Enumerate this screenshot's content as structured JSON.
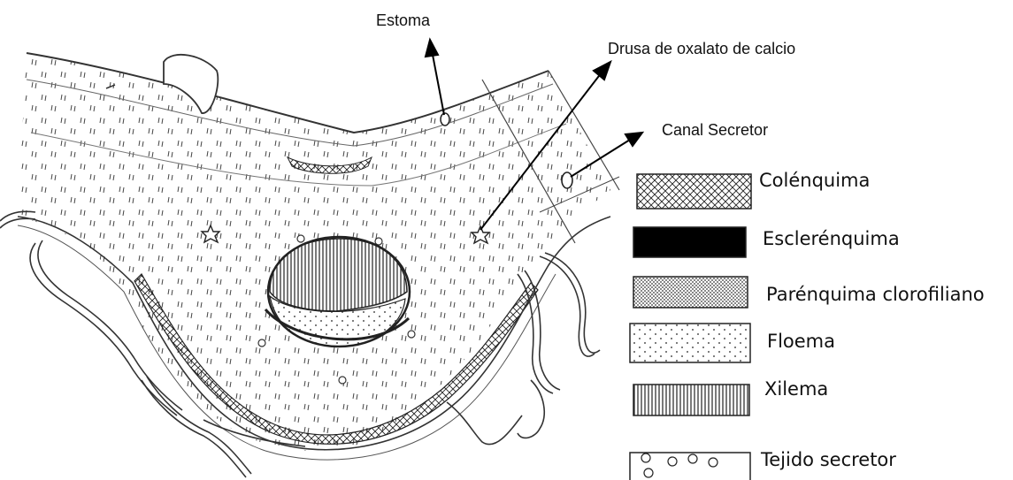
{
  "annotations": {
    "estoma": "Estoma",
    "drusa": "Drusa de oxalato de calcio",
    "canal": "Canal Secretor"
  },
  "legend": [
    {
      "label": "Colénquima",
      "pattern": "crosshatch"
    },
    {
      "label": "Esclerénquima",
      "pattern": "solid-black"
    },
    {
      "label": "Parénquima clorofiliano",
      "pattern": "fine-dots"
    },
    {
      "label": "Floema",
      "pattern": "sparse-dots"
    },
    {
      "label": "Xilema",
      "pattern": "vertical-lines"
    },
    {
      "label": "Tejido secretor",
      "pattern": "circles"
    }
  ],
  "colors": {
    "ink": "#111111",
    "background": "#ffffff"
  }
}
